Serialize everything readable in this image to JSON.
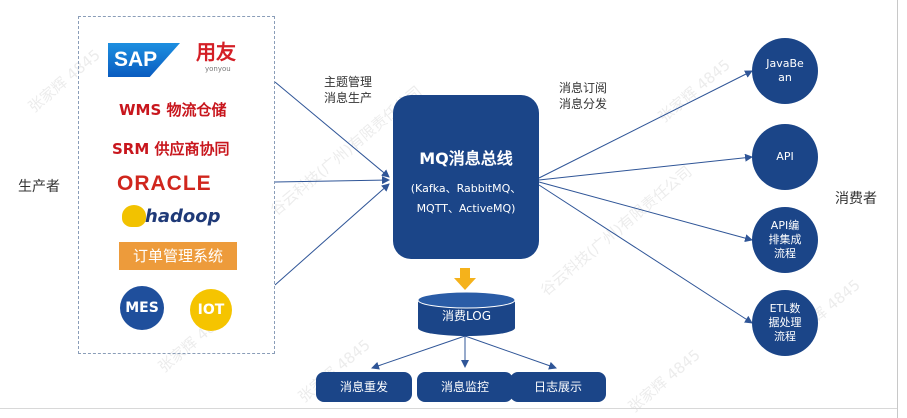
{
  "producer_label": "生产者",
  "consumer_label": "消费者",
  "producer_note": [
    "主题管理",
    "消息生产"
  ],
  "consumer_note": [
    "消息订阅",
    "消息分发"
  ],
  "logos": {
    "sap": "SAP",
    "yonyou": "用友",
    "yonyou_sub": "yonyou",
    "wms": "WMS 物流仓储",
    "srm": "SRM 供应商协同",
    "oracle": "ORACLE",
    "hadoop": "hadoop",
    "order": "订单管理系统",
    "mes": "MES",
    "iot": "IOT"
  },
  "bus": {
    "title": "MQ消息总线",
    "subtitle_line1": "(Kafka、RabbitMQ、",
    "subtitle_line2": "MQTT、ActiveMQ)"
  },
  "log": "消费LOG",
  "bottom_actions": [
    "消息重发",
    "消息监控",
    "日志展示"
  ],
  "consumers": [
    {
      "line1": "JavaBe",
      "line2": "an",
      "line3": ""
    },
    {
      "line1": "API",
      "line2": "",
      "line3": ""
    },
    {
      "line1": "API编",
      "line2": "排集成",
      "line3": "流程"
    },
    {
      "line1": "ETL数",
      "line2": "据处理",
      "line3": "流程"
    }
  ],
  "watermark": "张家辉 4845",
  "watermark_co": "谷云科技(广州)有限责任公司",
  "colors": {
    "navy": "#1b4588",
    "arrow": "#2f5597",
    "orange": "#ed9b3b",
    "red": "#c8161d",
    "yellow": "#f5c400"
  }
}
